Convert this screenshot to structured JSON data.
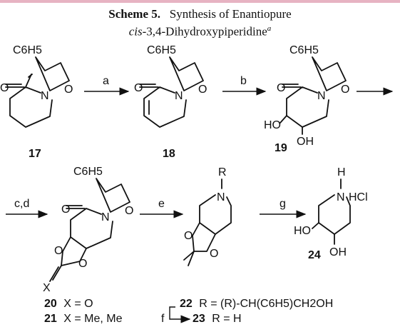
{
  "scheme": {
    "label": "Scheme 5.",
    "title_line1": "Synthesis of Enantiopure",
    "title_line2_italic": "cis",
    "title_line2_rest": "-3,4-Dihydroxypiperidine",
    "footnote_mark": "a"
  },
  "compounds": {
    "c17": "17",
    "c18": "18",
    "c19": "19",
    "c20": "20",
    "c21": "21",
    "c22": "22",
    "c23": "23",
    "c24": "24"
  },
  "conditions": {
    "a": "a",
    "b": "b",
    "cd": "c,d",
    "e": "e",
    "f": "f",
    "g": "g"
  },
  "atoms": {
    "phenyl": "C6H5",
    "N": "N",
    "O": "O",
    "HO": "HO",
    "OH": "OH",
    "X": "X",
    "R": "R",
    "H": "H",
    "HCl": "HCl"
  },
  "legend": {
    "c20_def": "X = O",
    "c21_def": "X = Me, Me",
    "c22_def": "R = (R)-CH(C6H5)CH2OH",
    "c23_def": "R = H"
  }
}
